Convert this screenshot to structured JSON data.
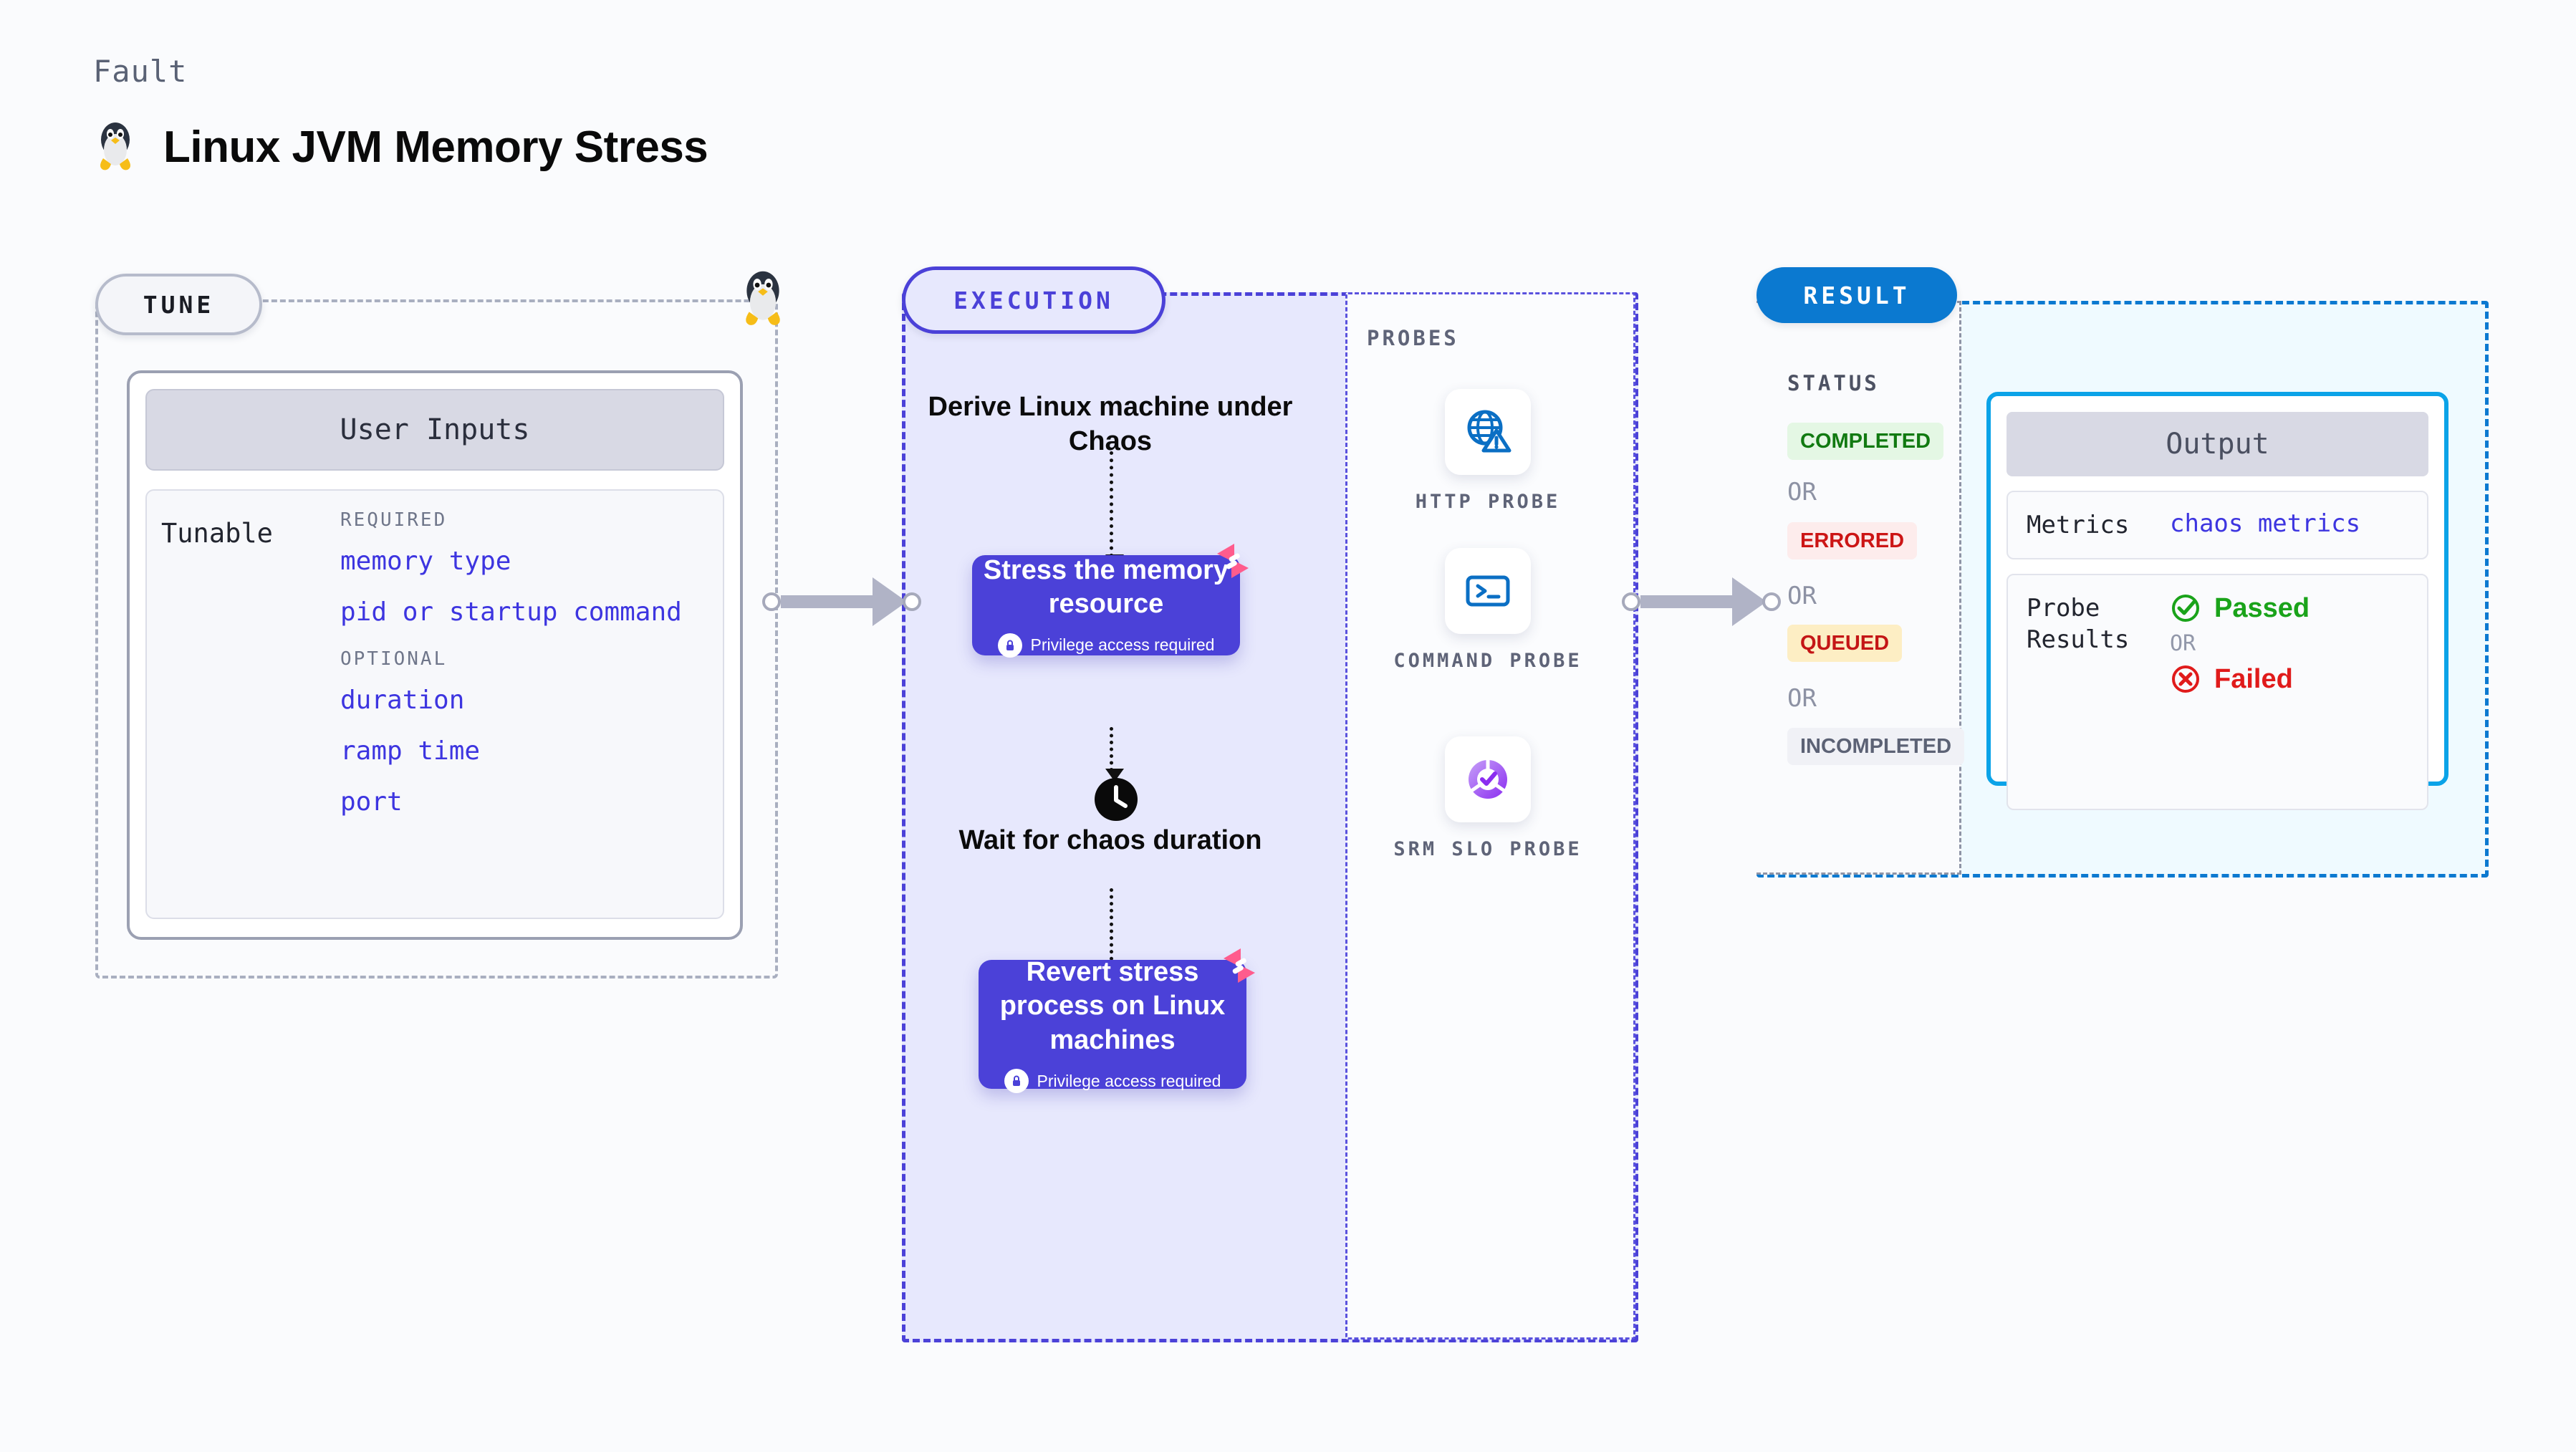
{
  "header": {
    "kicker": "Fault",
    "title": "Linux JVM Memory Stress",
    "icon": "linux-penguin-icon"
  },
  "tune": {
    "pill_label": "TUNE",
    "card_title": "User Inputs",
    "tunable_label": "Tunable",
    "required_label": "REQUIRED",
    "optional_label": "OPTIONAL",
    "required_items": [
      "memory type",
      "pid or startup command"
    ],
    "optional_items": [
      "duration",
      "ramp time",
      "port"
    ]
  },
  "execution": {
    "pill_label": "EXECUTION",
    "step_derive": "Derive Linux machine under Chaos",
    "node_stress": "Stress the memory resource",
    "step_wait": "Wait for chaos duration",
    "node_revert": "Revert stress process on Linux machines",
    "privilege_note": "Privilege access required"
  },
  "probes": {
    "title": "PROBES",
    "items": [
      {
        "label": "HTTP PROBE",
        "icon": "globe-warning-icon"
      },
      {
        "label": "COMMAND PROBE",
        "icon": "terminal-icon"
      },
      {
        "label": "SRM SLO PROBE",
        "icon": "slo-donut-check-icon"
      }
    ]
  },
  "result": {
    "pill_label": "RESULT",
    "status_title": "STATUS",
    "or_label": "OR",
    "statuses": [
      {
        "label": "COMPLETED",
        "color": "#117a11",
        "bg": "#e4f7e4"
      },
      {
        "label": "ERRORED",
        "color": "#cc1515",
        "bg": "#fdecec"
      },
      {
        "label": "QUEUED",
        "color": "#c41616",
        "bg": "#fdeec4"
      },
      {
        "label": "INCOMPLETED",
        "color": "#5c6275",
        "bg": "#f0f1f6"
      }
    ],
    "output": {
      "title": "Output",
      "metrics_key": "Metrics",
      "metrics_value": "chaos metrics",
      "probe_results_key": "Probe Results",
      "passed_label": "Passed",
      "failed_label": "Failed",
      "or_label": "OR"
    }
  },
  "colors": {
    "accent_purple": "#4b41d8",
    "accent_blue": "#0b79d0",
    "accent_cyan": "#0ba3e8",
    "tunable_blue": "#3d35e0",
    "harness_pink": "#ff5c8d"
  }
}
